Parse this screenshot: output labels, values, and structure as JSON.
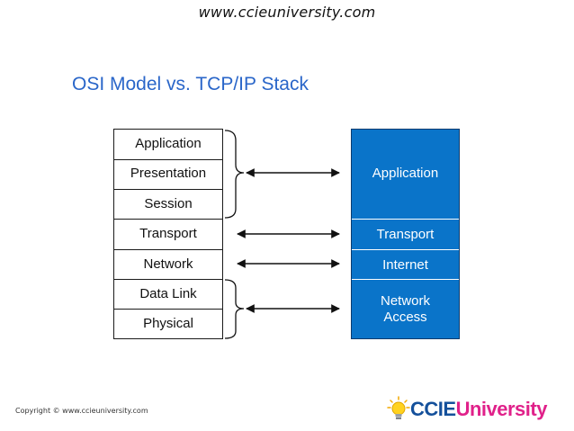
{
  "header": {
    "url": "www.ccieuniversity.com"
  },
  "title": "OSI Model vs. TCP/IP Stack",
  "osi_layers": [
    "Application",
    "Presentation",
    "Session",
    "Transport",
    "Network",
    "Data Link",
    "Physical"
  ],
  "tcpip_layers": {
    "application": "Application",
    "transport": "Transport",
    "internet": "Internet",
    "network_access_line1": "Network",
    "network_access_line2": "Access"
  },
  "footer": {
    "copyright": "Copyright © www.ccieuniversity.com",
    "logo_main": "CCIE",
    "logo_accent": "University"
  },
  "colors": {
    "title": "#2a66c9",
    "tcp_stack_fill": "#0a74c9",
    "logo_blue": "#14509b",
    "logo_pink": "#e0218a"
  }
}
